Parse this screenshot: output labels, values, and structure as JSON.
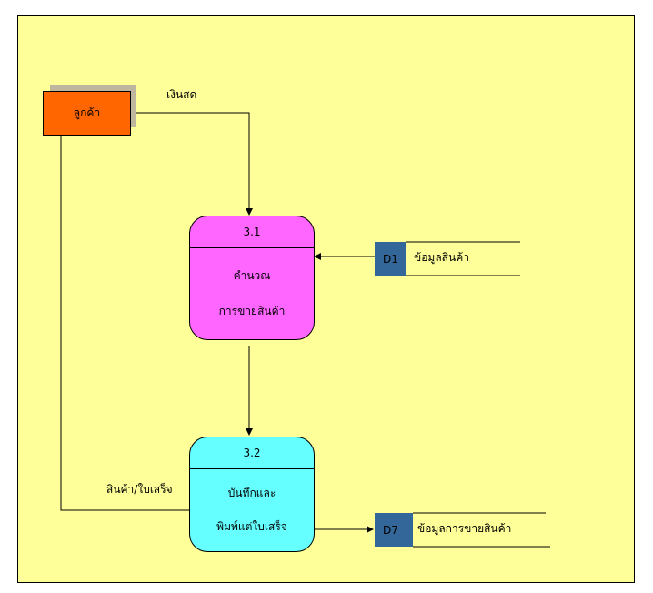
{
  "entity": {
    "label": "ลูกค้า"
  },
  "processes": [
    {
      "id": "3.1",
      "line1": "คำนวณ",
      "line2": "การขายสินค้า"
    },
    {
      "id": "3.2",
      "line1": "บันทึกและ",
      "line2": "พิมพ์แต่ใบเสร็จ"
    }
  ],
  "stores": [
    {
      "id": "D1",
      "name": "ข้อมูลสินค้า"
    },
    {
      "id": "D7",
      "name": "ข้อมูลการขายสินค้า"
    }
  ],
  "flows": {
    "cash": "เงินสด",
    "goods_receipt": "สินค้า/ใบเสร็จ"
  },
  "colors": {
    "background": "#FFFF99",
    "entity": "#FF6600",
    "process_1": "#FF66FF",
    "process_2": "#66FFFF",
    "store_id": "#336699"
  }
}
